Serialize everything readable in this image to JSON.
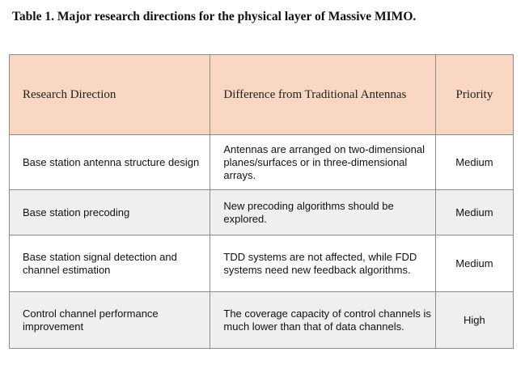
{
  "caption": "Table 1. Major research directions for the physical layer of Massive MIMO.",
  "columns": {
    "direction": "Research Direction",
    "difference": "Difference from Traditional Antennas",
    "priority": "Priority"
  },
  "rows": [
    {
      "direction": "Base station antenna structure design",
      "difference": "Antennas are arranged on two-dimensional planes/surfaces or in three-dimensional arrays.",
      "priority": "Medium"
    },
    {
      "direction": "Base station precoding",
      "difference": "New precoding algorithms should be explored.",
      "priority": "Medium"
    },
    {
      "direction": "Base station signal detection and channel estimation",
      "difference": "TDD systems are not affected, while FDD systems need new feedback algorithms.",
      "priority": "Medium"
    },
    {
      "direction": "Control channel performance improvement",
      "difference": "The coverage capacity of control channels is much lower than that of data channels.",
      "priority": "High"
    }
  ],
  "colors": {
    "header_bg": "#fad7c3",
    "alt_row_bg": "#efefef",
    "border": "#8c8c8c"
  }
}
